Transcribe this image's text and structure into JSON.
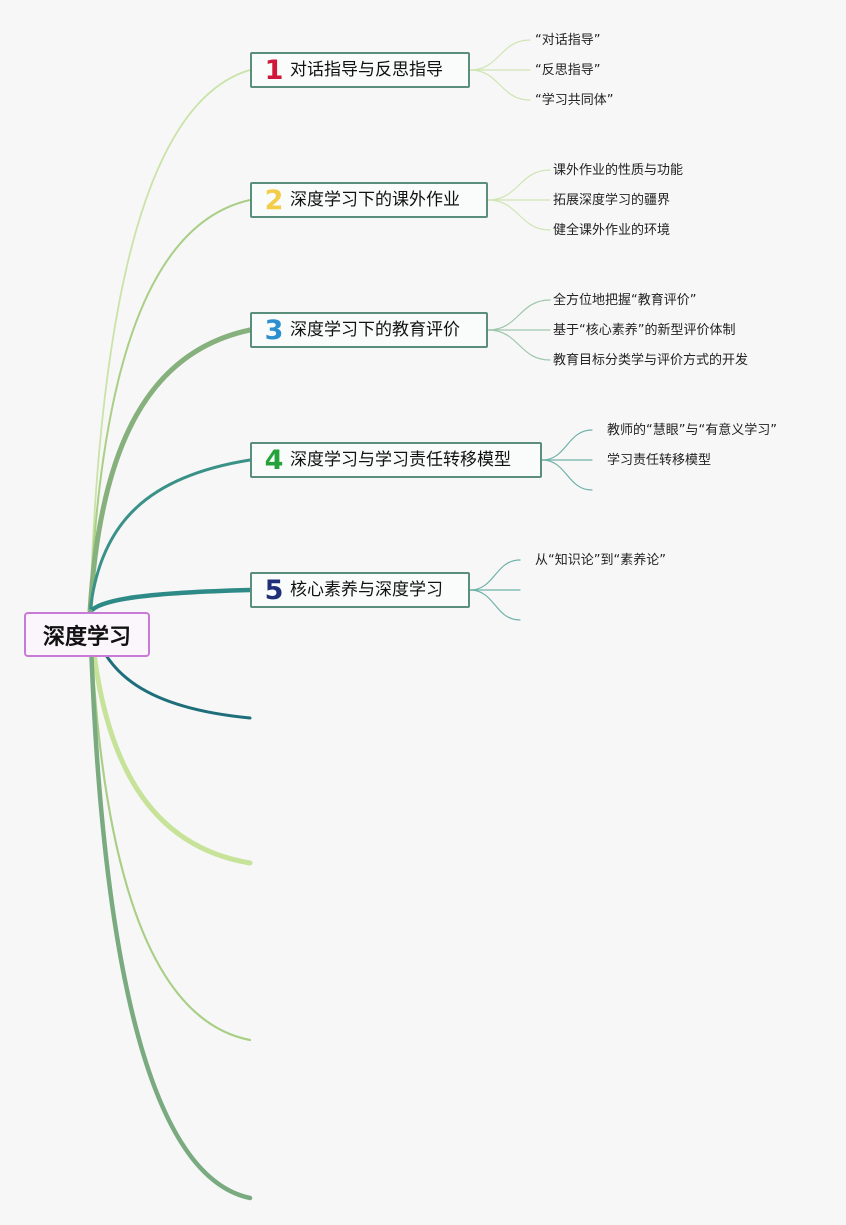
{
  "root": {
    "label": "深度学习"
  },
  "topics": [
    {
      "number": "1",
      "color": "#d0193a",
      "label": "对话指导与反思指导",
      "subs": [
        "“对话指导”",
        "“反思指导”",
        "“学习共同体”"
      ]
    },
    {
      "number": "2",
      "color": "#f3cc4a",
      "label": "深度学习下的课外作业",
      "subs": [
        "课外作业的性质与功能",
        "拓展深度学习的疆界",
        "健全课外作业的环境"
      ]
    },
    {
      "number": "3",
      "color": "#2c90d0",
      "label": "深度学习下的教育评价",
      "subs": [
        "全方位地把握“教育评价”",
        "基于“核心素养”的新型评价体制",
        "教育目标分类学与评价方式的开发"
      ]
    },
    {
      "number": "4",
      "color": "#25a23a",
      "label": "深度学习与学习责任转移模型",
      "subs": [
        "教师的“慧眼”与“有意义学习”",
        "学习责任转移模型",
        ""
      ]
    },
    {
      "number": "5",
      "color": "#1f2f7a",
      "label": "核心素养与深度学习",
      "subs": [
        "从“知识论”到“素养论”",
        "",
        ""
      ]
    }
  ],
  "colors": {
    "background": "#f7f7f7",
    "root_border": "#c97ad6",
    "topic_border": "#5a8f7b"
  }
}
